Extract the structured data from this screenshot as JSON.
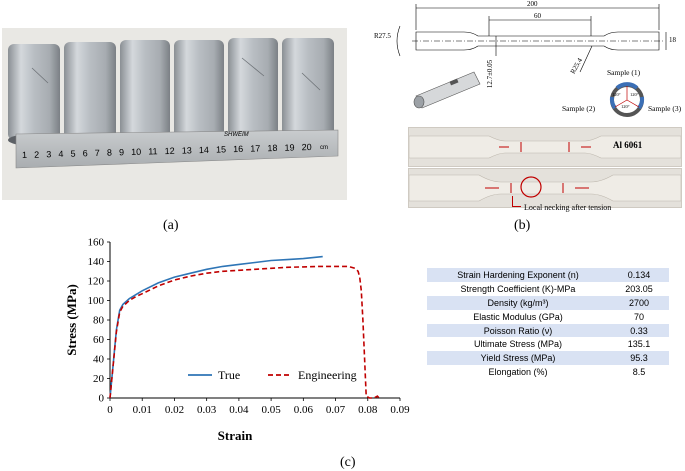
{
  "panel_a": {
    "caption": "(a)",
    "ruler_numbers": [
      "1",
      "2",
      "3",
      "4",
      "5",
      "6",
      "7",
      "8",
      "9",
      "10",
      "11",
      "12",
      "13",
      "14",
      "15",
      "16",
      "17",
      "18",
      "19",
      "20"
    ],
    "ruler_brand": "SHWEIM",
    "ruler_unit": "cm"
  },
  "panel_b": {
    "caption": "(b)",
    "dimensions": {
      "overall_length": "200",
      "gauge_length": "60",
      "width": "18",
      "radius_left": "R27.5",
      "radius_fillet": "R25.4",
      "gauge_width": "12.7±0.05"
    },
    "samples": {
      "s1": "Sample (1)",
      "s2": "Sample (2)",
      "s3": "Sample (3)",
      "angle_a": "120°",
      "angle_b": "120°",
      "angle_c": "120°"
    },
    "specimen_label": "Al 6061",
    "necking_note": "Local necking after tension"
  },
  "panel_c": {
    "caption": "(c)"
  },
  "chart_data": {
    "type": "line",
    "title": "",
    "xlabel": "Strain",
    "ylabel": "Stress (MPa)",
    "xlim": [
      0,
      0.09
    ],
    "ylim": [
      0,
      160
    ],
    "x_ticks": [
      "0",
      "0.01",
      "0.02",
      "0.03",
      "0.04",
      "0.05",
      "0.06",
      "0.07",
      "0.08",
      "0.09"
    ],
    "y_ticks": [
      "0",
      "20",
      "40",
      "60",
      "80",
      "100",
      "120",
      "140",
      "160"
    ],
    "grid": false,
    "legend_position": "bottom-center",
    "series": [
      {
        "name": "True",
        "color": "#2e75b6",
        "style": "solid",
        "x": [
          0,
          0.001,
          0.002,
          0.003,
          0.004,
          0.006,
          0.008,
          0.01,
          0.015,
          0.02,
          0.025,
          0.03,
          0.035,
          0.04,
          0.045,
          0.05,
          0.055,
          0.06,
          0.066
        ],
        "y": [
          0,
          35,
          70,
          90,
          96,
          102,
          106,
          110,
          118,
          124,
          128,
          132,
          135,
          137,
          139,
          141,
          142,
          143,
          145
        ]
      },
      {
        "name": "Engineering",
        "color": "#c00000",
        "style": "dashed",
        "x": [
          0,
          0.001,
          0.002,
          0.003,
          0.004,
          0.006,
          0.008,
          0.01,
          0.015,
          0.02,
          0.025,
          0.03,
          0.035,
          0.04,
          0.045,
          0.05,
          0.055,
          0.06,
          0.065,
          0.07,
          0.074,
          0.076,
          0.077,
          0.0775,
          0.078,
          0.0785,
          0.079,
          0.0795,
          0.0805,
          0.082,
          0.083,
          0.0835
        ],
        "y": [
          0,
          34,
          68,
          88,
          94,
          100,
          104,
          107,
          115,
          121,
          125,
          128,
          130,
          131,
          132,
          133,
          134,
          134.5,
          135,
          135,
          135,
          133,
          130,
          124,
          110,
          80,
          40,
          2,
          0,
          0,
          2,
          0
        ]
      }
    ]
  },
  "properties_table": [
    {
      "label": "Strain Hardening Exponent (n)",
      "value": "0.134"
    },
    {
      "label": "Strength Coefficient (K)-MPa",
      "value": "203.05"
    },
    {
      "label": "Density (kg/m³)",
      "value": "2700"
    },
    {
      "label": "Elastic Modulus (GPa)",
      "value": "70"
    },
    {
      "label": "Poisson Ratio (ν)",
      "value": "0.33"
    },
    {
      "label": "Ultimate Stress (MPa)",
      "value": "135.1"
    },
    {
      "label": "Yield Stress (MPa)",
      "value": "95.3"
    },
    {
      "label": "Elongation (%)",
      "value": "8.5"
    }
  ]
}
